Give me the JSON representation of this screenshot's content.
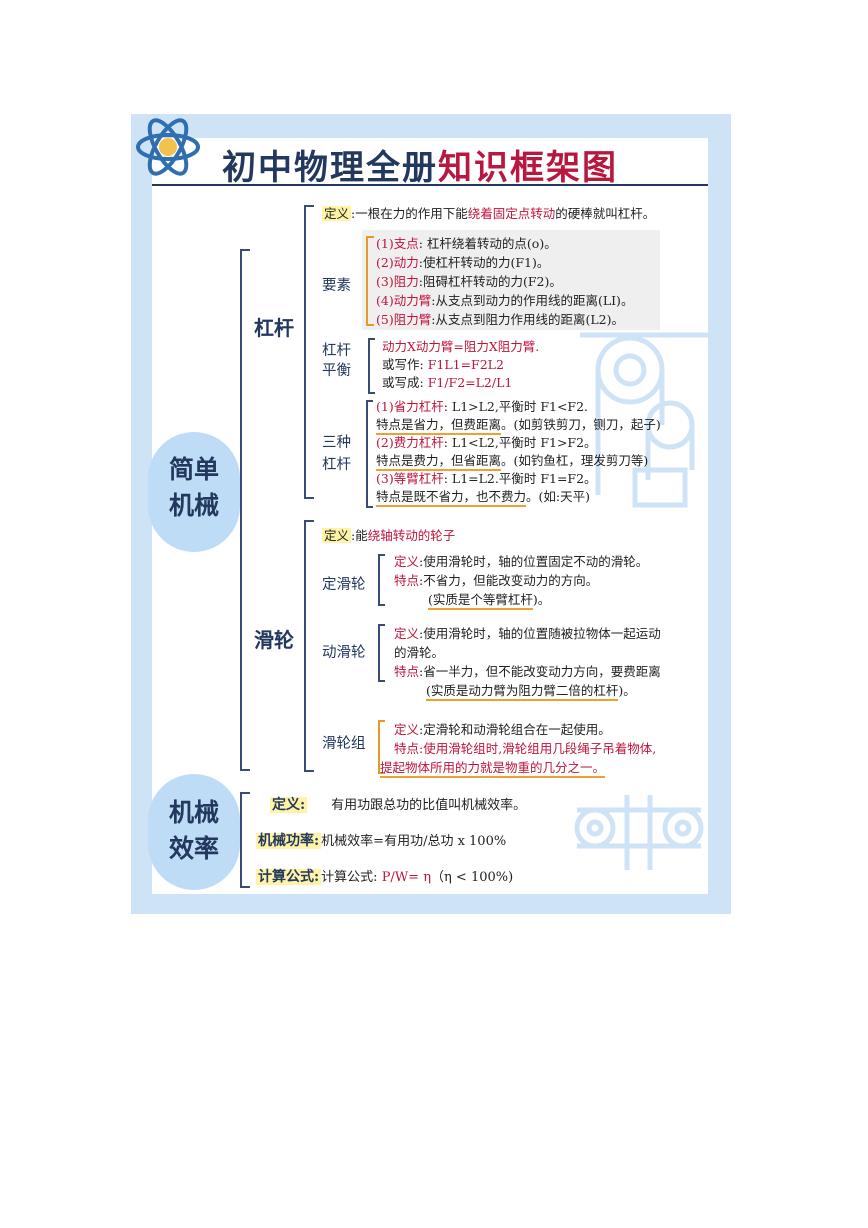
{
  "title": {
    "part1": "初中物理全册",
    "part2": "知识框架图"
  },
  "simple_machine": {
    "label_line1": "简单",
    "label_line2": "机械",
    "lever": {
      "label": "杠杆",
      "definition": {
        "key": "定义",
        "pre": ":一根在力的作用下能",
        "hl": "绕着固定点转动",
        "post": "的硬棒就叫杠杆。"
      },
      "elements": {
        "label": "要素",
        "items": [
          {
            "num": "(1)",
            "key": "支点",
            "text": ": 杠杆绕着转动的点(o)。"
          },
          {
            "num": "(2)",
            "key": "动力",
            "text": ":使杠杆转动的力(F1)。"
          },
          {
            "num": "(3)",
            "key": "阻力",
            "text": ":阻碍杠杆转动的力(F2)。"
          },
          {
            "num": "(4)",
            "key": "动力臂",
            "text": ":从支点到动力的作用线的距离(LI)。"
          },
          {
            "num": "(5)",
            "key": "阻力臂",
            "text": ":从支点到阻力作用线的距离(L2)。"
          }
        ]
      },
      "balance": {
        "label_line1": "杠杆",
        "label_line2": "平衡",
        "formula": "动力X动力臂=阻力X阻力臂.",
        "write1_pre": "或写作: ",
        "write1": "F1L1=F2L2",
        "write2_pre": "或写成: ",
        "write2": "F1/F2=L2/L1"
      },
      "types": {
        "label_line1": "三种",
        "label_line2": "杠杆",
        "t1_key": "(1)省力杠杆",
        "t1_text": ": L1>L2,平衡时 F1<F2.",
        "t1_feat": "特点是省力，但费距离",
        "t1_ex": "。(如剪铁剪刀，铡刀，起子)",
        "t2_key": "(2)费力杠杆",
        "t2_text": ": L1<L2,平衡时 F1>F2。",
        "t2_feat": "特点是费力，但省距离",
        "t2_ex": "。(如钓鱼杠，理发剪刀等)",
        "t3_key": "(3)等臂杠杆",
        "t3_text": ": L1=L2.平衡时 F1=F2。",
        "t3_feat": "特点是既不省力，也不费力",
        "t3_ex": "。(如:天平)"
      }
    },
    "pulley": {
      "label": "滑轮",
      "definition": {
        "key": "定义",
        "pre": ":能",
        "hl": "绕轴转动的轮子"
      },
      "fixed": {
        "label": "定滑轮",
        "def_key": "定义",
        "def_text": ":使用滑轮时，轴的位置固定不动的滑轮。",
        "feat_key": "特点",
        "feat_text": ":不省力，但能改变动力的方向。",
        "essence": "(实质是个等臂杠杆",
        "essence_end": ")。"
      },
      "movable": {
        "label": "动滑轮",
        "def_key": "定义",
        "def_text1": ":使用滑轮时，轴的位置随被拉物体一起运动",
        "def_text2": "的滑轮。",
        "feat_key": "特点",
        "feat_text": ":省一半力，但不能改变动力方向，要费距离",
        "essence": "(实质是动力臂为阻力臂二倍的杠杆",
        "essence_end": ")。"
      },
      "group": {
        "label": "滑轮组",
        "def_key": "定义",
        "def_text": ":定滑轮和动滑轮组合在一起使用。",
        "feat_key": "特点",
        "feat_text": ":使用滑轮组时,滑轮组用几段绳子吊着物体,",
        "feat_text2": "提起物体所用的力就是物重的几分之一。"
      }
    }
  },
  "efficiency": {
    "label_line1": "机械",
    "label_line2": "效率",
    "def_key": "定义:",
    "def_text": "有用功跟总功的比值叫机械效率。",
    "power_key": "机械功率:",
    "power_text": "机械效率=有用功/总功 x 100%",
    "calc_key": "计算公式:",
    "calc_pre": "计算公式: ",
    "calc_formula": "P/W= η",
    "calc_post": "（η < 100%)"
  },
  "colors": {
    "frame": "#cfe3f7",
    "navy": "#23385e",
    "accent_red": "#c0143c",
    "highlight": "#fff3a6",
    "underline": "#f0a030"
  }
}
